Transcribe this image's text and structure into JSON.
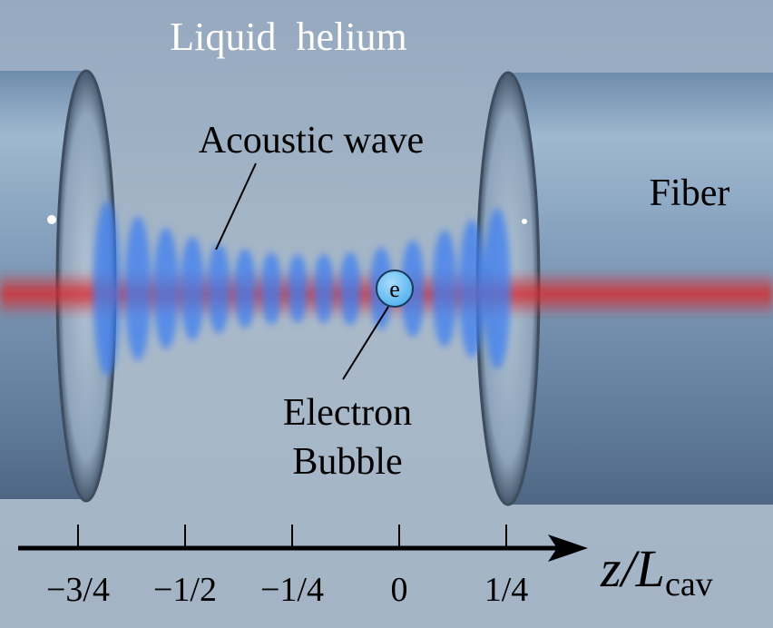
{
  "labels": {
    "medium": "Liquid  helium",
    "wave": "Acoustic wave",
    "fiber": "Fiber",
    "bubble_line1": "Electron",
    "bubble_line2": "Bubble",
    "electron": "e"
  },
  "axis": {
    "ticks": [
      "−3/4",
      "−1/2",
      "−1/4",
      "0",
      "1/4"
    ],
    "tick_values": [
      -0.75,
      -0.5,
      -0.25,
      0,
      0.25
    ],
    "label_main": "z/L",
    "label_sub": "cav"
  },
  "colors": {
    "background": "#a6b7c9",
    "fiber": "#7f9bb8",
    "beam": "#d8282c",
    "acoustic": "#3d7ff0",
    "electron": "#6fc3f7"
  }
}
